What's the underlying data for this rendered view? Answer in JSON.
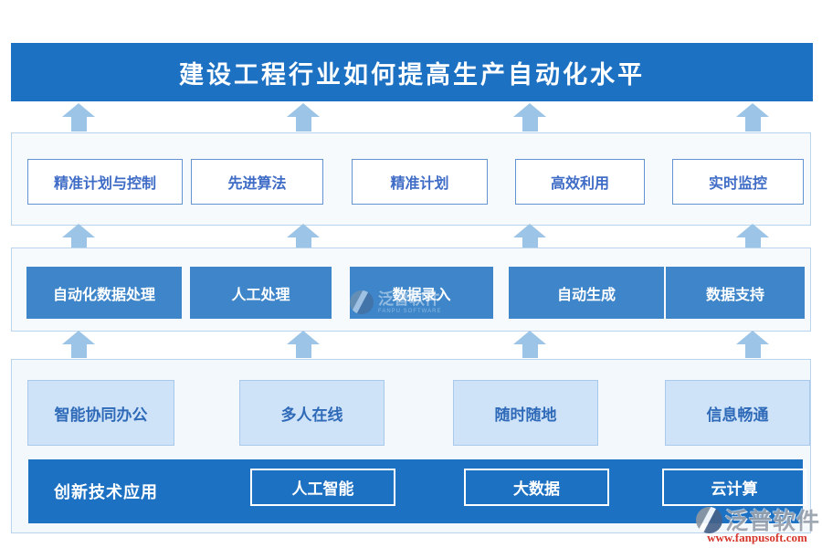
{
  "diagram": {
    "title": "建设工程行业如何提高生产自动化水平",
    "level1": {
      "items": [
        "精准计划与控制",
        "先进算法",
        "精准计划",
        "高效利用",
        "实时监控"
      ]
    },
    "level2": {
      "items": [
        "自动化数据处理",
        "人工处理",
        "数据录入",
        "自动生成",
        "数据支持"
      ]
    },
    "level3": {
      "items": [
        "智能协同办公",
        "多人在线",
        "随时随地",
        "信息畅通"
      ]
    },
    "bottom_bar": {
      "label": "创新技术应用",
      "items": [
        "人工智能",
        "大数据",
        "云计算"
      ]
    }
  },
  "watermark": {
    "brand": "泛普软件",
    "brand_en": "FANPU SOFTWARE",
    "url": "www.fanpusoft.com"
  },
  "colors": {
    "primary_blue": "#1d71c3",
    "mid_blue": "#3e86c9",
    "arrow_blue": "#9bc4e7",
    "light_box_fill": "#cfe3f8",
    "light_box_border": "#a9c9ec",
    "panel_bg": "#f6fafd",
    "panel_border": "#bad4ee",
    "outline_box_border": "#6394d2",
    "outline_box_text": "#3f6cc6",
    "watermark_url_red": "#d6362b"
  }
}
